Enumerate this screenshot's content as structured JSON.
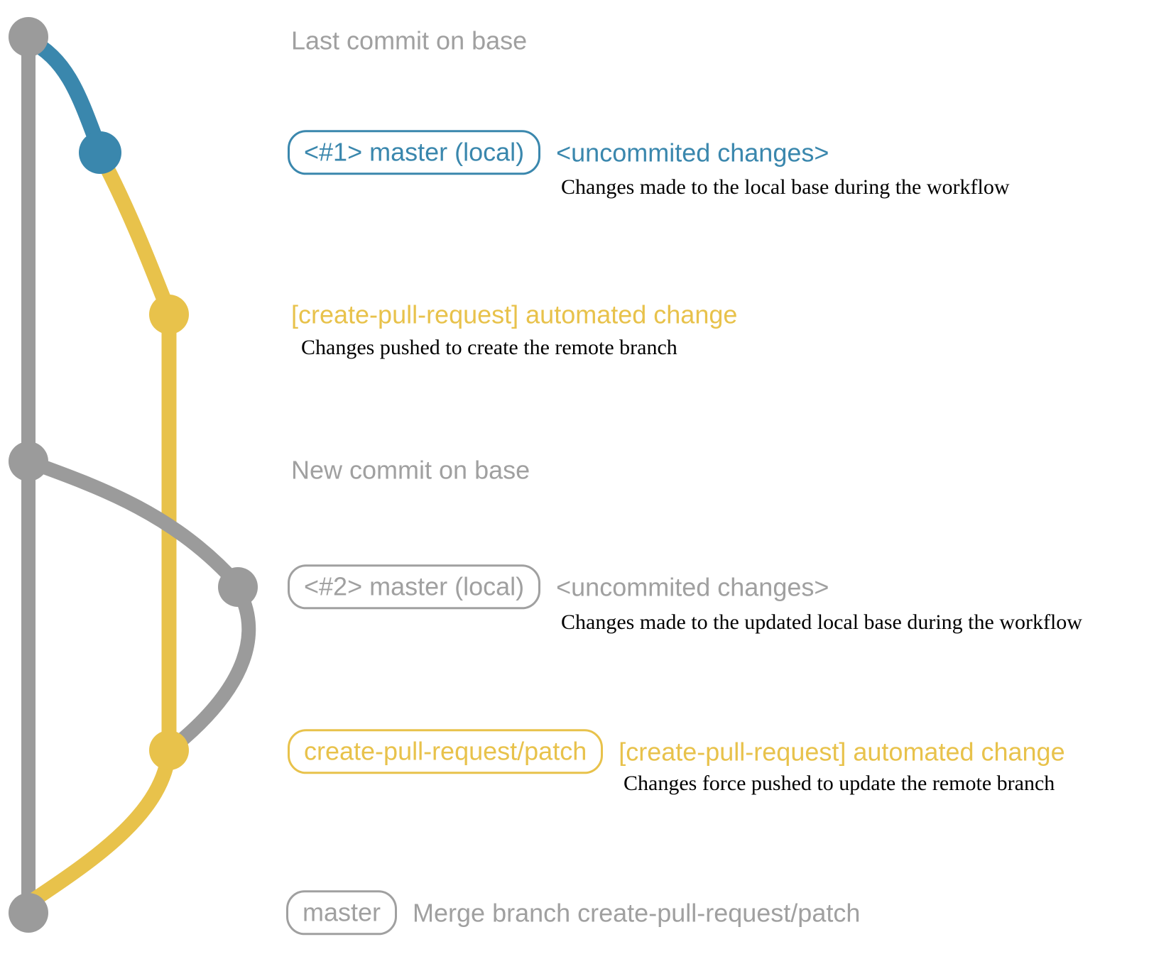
{
  "colors": {
    "blue": "#3a87ad",
    "yellow": "#e8c24b",
    "gray_graph": "#9b9b9b",
    "gray_text": "#a0a0a0",
    "desc": "#000000",
    "bg": "#ffffff"
  },
  "icons": {
    "commit_node": "filled-circle"
  },
  "rows": {
    "last_commit": {
      "title": "Last commit on base"
    },
    "local_1": {
      "badge": "<#1> master (local)",
      "side_label": "<uncommited changes>",
      "description": "Changes made to the local base during the workflow"
    },
    "automated_change_1": {
      "label": "[create-pull-request] automated change",
      "description": "Changes pushed to create the remote branch"
    },
    "new_commit": {
      "title": "New commit on base"
    },
    "local_2": {
      "badge": "<#2> master (local)",
      "side_label": "<uncommited changes>",
      "description": "Changes made to the updated local base during the workflow"
    },
    "automated_change_2": {
      "badge": "create-pull-request/patch",
      "side_label": "[create-pull-request] automated change",
      "description": "Changes force pushed to update the remote branch"
    },
    "merge": {
      "badge": "master",
      "side_label": "Merge branch create-pull-request/patch"
    }
  }
}
